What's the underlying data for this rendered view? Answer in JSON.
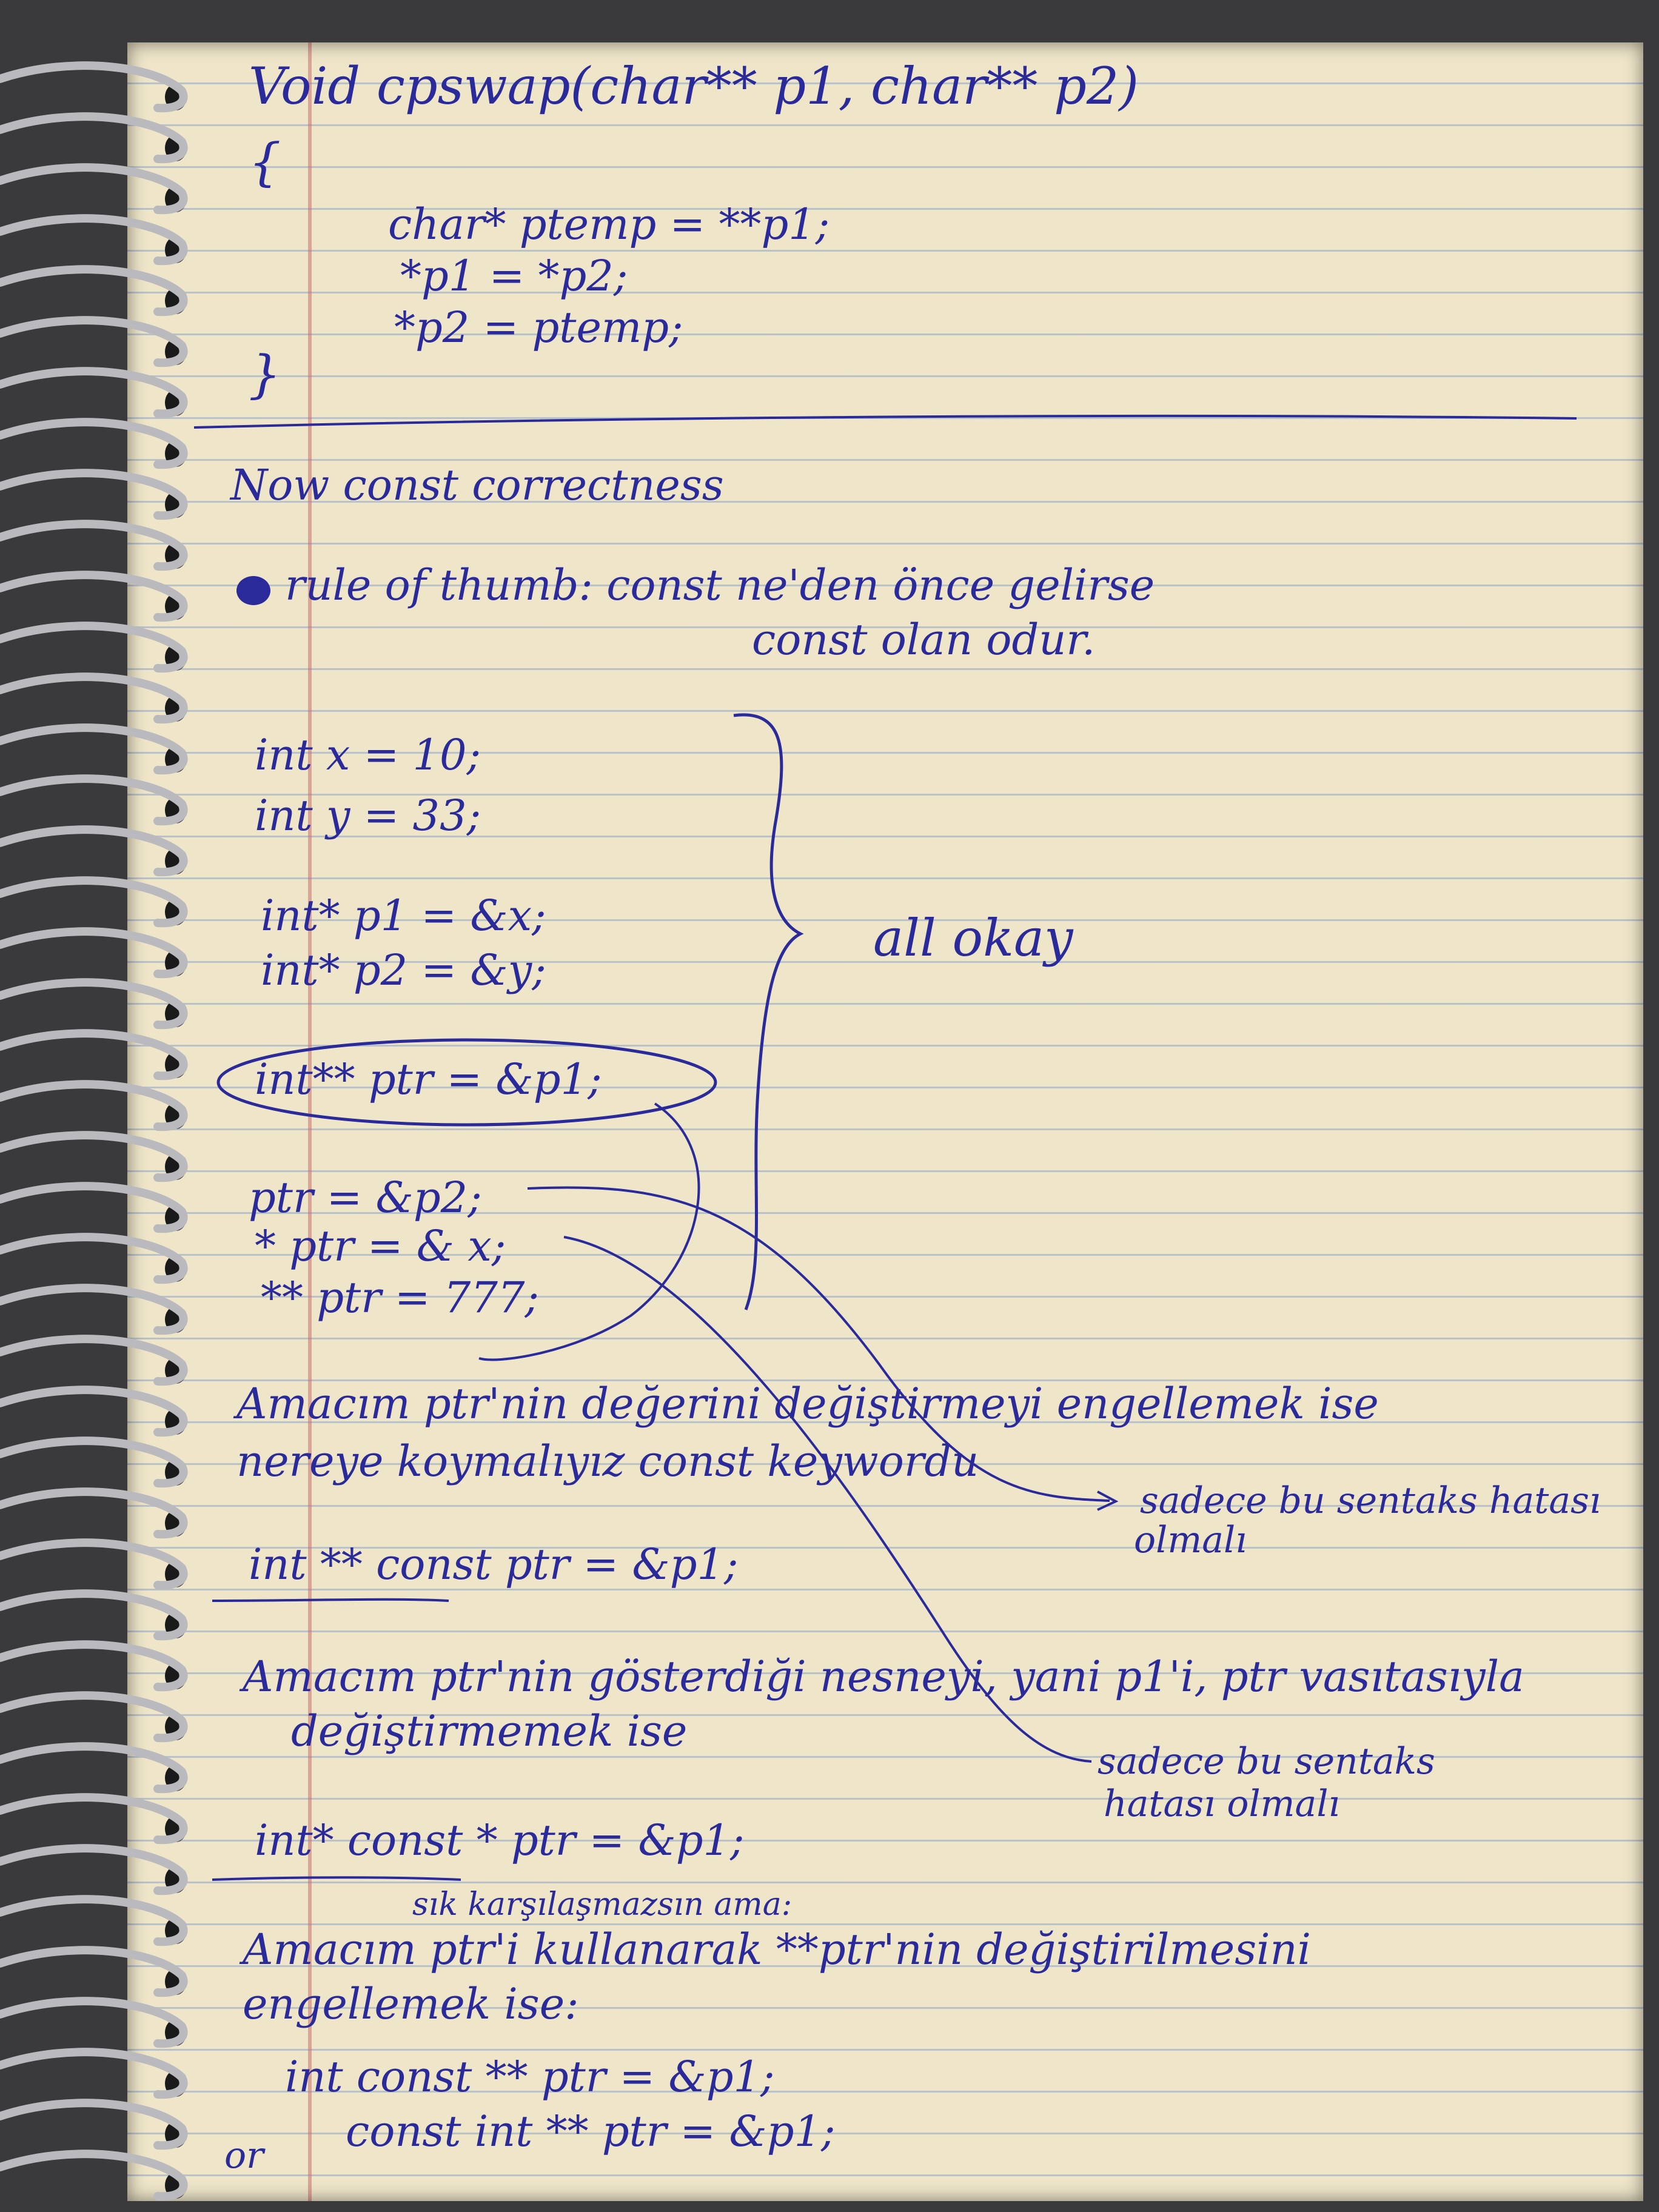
{
  "notes": {
    "swap_sig": "Void cpswap(char** p1, char** p2)",
    "open_brace": "{",
    "swap_l1": "char* ptemp = **p1;",
    "swap_l2": "*p1 = *p2;",
    "swap_l3": "*p2 = ptemp;",
    "close_brace": "}",
    "heading": "Now const correctness",
    "rule_l1": "rule of thumb:   const ne'den önce gelirse",
    "rule_l2": "const olan odur.",
    "code_x": "int x = 10;",
    "code_y": "int y = 33;",
    "code_p1": "int* p1 = &x;",
    "code_p2": "int* p2 = &y;",
    "code_ptr": "int** ptr = &p1;",
    "all_okay": "all okay",
    "op1": "ptr = &p2;",
    "op2": "* ptr = & x;",
    "op3": "** ptr = 777;",
    "goal1_l1": "Amacım ptr'nin değerini değiştirmeyi engellemek ise",
    "goal1_l2": "nereye koymalıyız const keywordu",
    "note1_l1": "sadece bu sentaks hatası",
    "note1_l2": "olmalı",
    "decl1": "int ** const ptr = &p1;",
    "goal2_l1": "Amacım ptr'nin gösterdiği nesneyi, yani p1'i, ptr vasıtasıyla",
    "goal2_l2": "değiştirmemek ise",
    "note2_l1": "sadece bu sentaks",
    "note2_l2": "hatası olmalı",
    "decl2": "int* const * ptr = &p1;",
    "remark": "sık karşılaşmazsın ama:",
    "goal3_l1": "Amacım ptr'i kullanarak **ptr'nin değiştirilmesini",
    "goal3_l2": "engellemek ise:",
    "decl3": "int const ** ptr = &p1;",
    "or": "or",
    "decl4": "const int ** ptr = &p1;"
  },
  "colors": {
    "ink": "#2a2a9a",
    "paper": "#efe6c9",
    "rule_line": "#7896c8",
    "margin_line": "#c86e6e"
  }
}
